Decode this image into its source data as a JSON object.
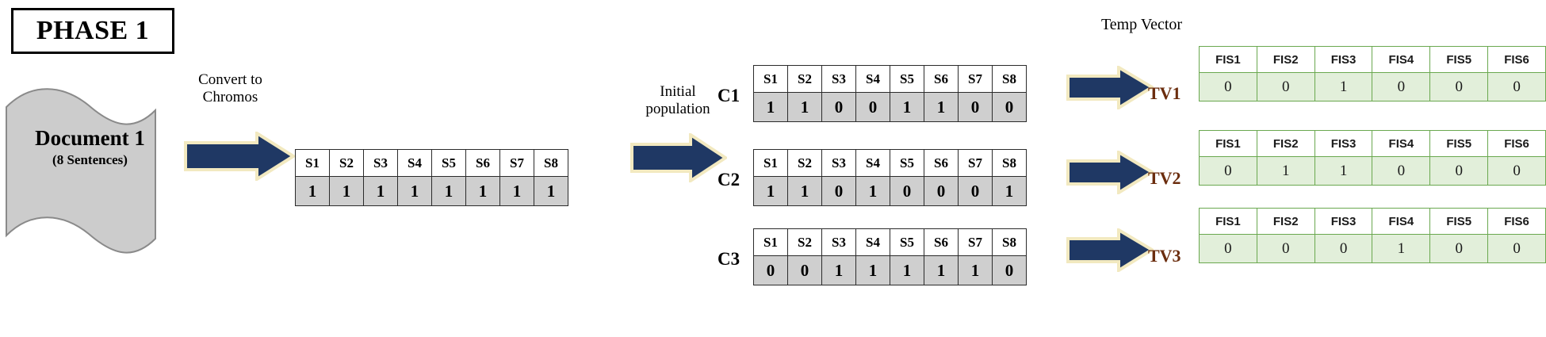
{
  "phase": {
    "label": "PHASE 1"
  },
  "document": {
    "title": "Document 1",
    "subtitle": "(8 Sentences)"
  },
  "captions": {
    "convert": "Convert to\nChromos",
    "convert_line1": "Convert to",
    "convert_line2": "Chromos",
    "initial_line1": "Initial",
    "initial_line2": "population",
    "temp_vector": "Temp  Vector"
  },
  "colors": {
    "arrow_fill": "#1f3864",
    "arrow_outline": "#f2e9c0",
    "doc_fill": "#cccccc",
    "doc_stroke": "#7f7f7f",
    "cell_gray": "#cfcfcf",
    "fis_border": "#6aa84f",
    "fis_value_bg": "#e2efda",
    "tv_label": "#6b2d0e"
  },
  "sentence_headers": [
    "S1",
    "S2",
    "S3",
    "S4",
    "S5",
    "S6",
    "S7",
    "S8"
  ],
  "fis_headers": [
    "FIS1",
    "FIS2",
    "FIS3",
    "FIS4",
    "FIS5",
    "FIS6"
  ],
  "initial_chromosome": {
    "headers": [
      "S1",
      "S2",
      "S3",
      "S4",
      "S5",
      "S6",
      "S7",
      "S8"
    ],
    "values": [
      "1",
      "1",
      "1",
      "1",
      "1",
      "1",
      "1",
      "1"
    ]
  },
  "population": [
    {
      "label": "C1",
      "headers": [
        "S1",
        "S2",
        "S3",
        "S4",
        "S5",
        "S6",
        "S7",
        "S8"
      ],
      "values": [
        "1",
        "1",
        "0",
        "0",
        "1",
        "1",
        "0",
        "0"
      ]
    },
    {
      "label": "C2",
      "headers": [
        "S1",
        "S2",
        "S3",
        "S4",
        "S5",
        "S6",
        "S7",
        "S8"
      ],
      "values": [
        "1",
        "1",
        "0",
        "1",
        "0",
        "0",
        "0",
        "1"
      ]
    },
    {
      "label": "C3",
      "headers": [
        "S1",
        "S2",
        "S3",
        "S4",
        "S5",
        "S6",
        "S7",
        "S8"
      ],
      "values": [
        "0",
        "0",
        "1",
        "1",
        "1",
        "1",
        "1",
        "0"
      ]
    }
  ],
  "temp_vectors": [
    {
      "label": "TV1",
      "headers": [
        "FIS1",
        "FIS2",
        "FIS3",
        "FIS4",
        "FIS5",
        "FIS6"
      ],
      "values": [
        "0",
        "0",
        "1",
        "0",
        "0",
        "0"
      ]
    },
    {
      "label": "TV2",
      "headers": [
        "FIS1",
        "FIS2",
        "FIS3",
        "FIS4",
        "FIS5",
        "FIS6"
      ],
      "values": [
        "0",
        "1",
        "1",
        "0",
        "0",
        "0"
      ]
    },
    {
      "label": "TV3",
      "headers": [
        "FIS1",
        "FIS2",
        "FIS3",
        "FIS4",
        "FIS5",
        "FIS6"
      ],
      "values": [
        "0",
        "0",
        "0",
        "1",
        "0",
        "0"
      ]
    }
  ],
  "arrows": [
    {
      "name": "convert-arrow"
    },
    {
      "name": "initial-population-arrow"
    },
    {
      "name": "tv1-arrow"
    },
    {
      "name": "tv2-arrow"
    },
    {
      "name": "tv3-arrow"
    }
  ]
}
